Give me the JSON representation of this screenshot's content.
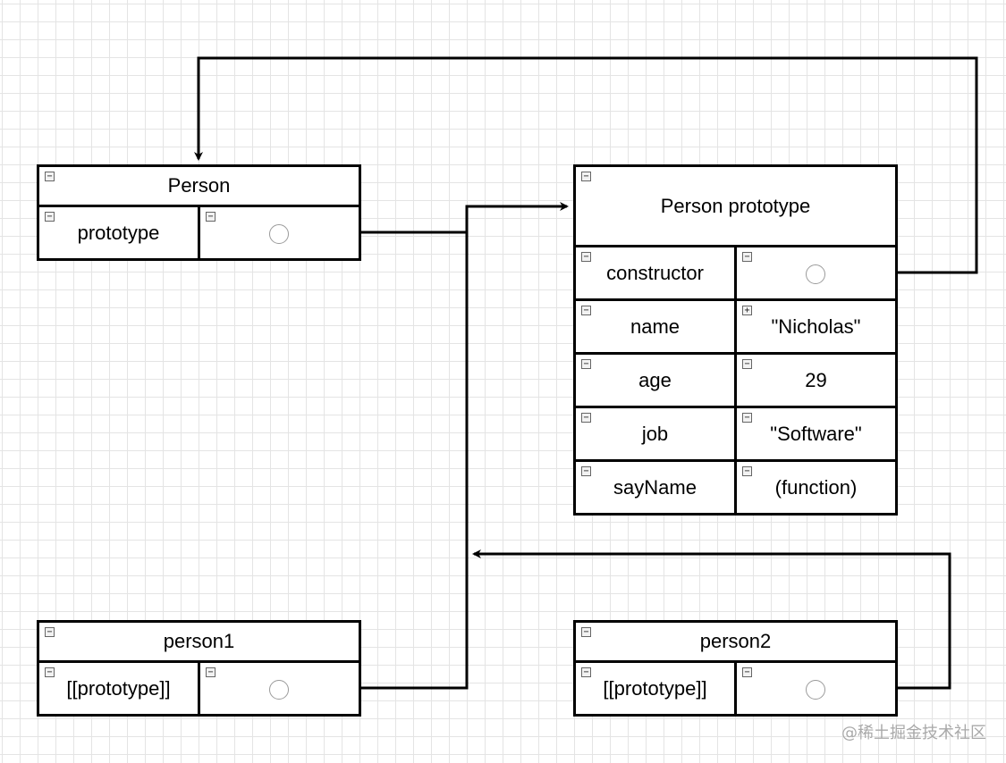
{
  "person": {
    "title": "Person",
    "prototype_label": "prototype"
  },
  "person_prototype": {
    "title": "Person prototype",
    "rows": [
      {
        "key": "constructor",
        "value": ""
      },
      {
        "key": "name",
        "value": "\"Nicholas\""
      },
      {
        "key": "age",
        "value": "29"
      },
      {
        "key": "job",
        "value": "\"Software\""
      },
      {
        "key": "sayName",
        "value": "(function)"
      }
    ]
  },
  "person1": {
    "title": "person1",
    "prototype_label": "[[prototype]]"
  },
  "person2": {
    "title": "person2",
    "prototype_label": "[[prototype]]"
  },
  "controls": {
    "collapse_glyph": "−",
    "expand_glyph": "+"
  },
  "watermark": "@稀土掘金技术社区",
  "colors": {
    "stroke": "#000000",
    "grid": "#e4e4e4",
    "background": "#ffffff",
    "port_border": "#9a9a9a",
    "watermark": "#a9a9a9"
  }
}
